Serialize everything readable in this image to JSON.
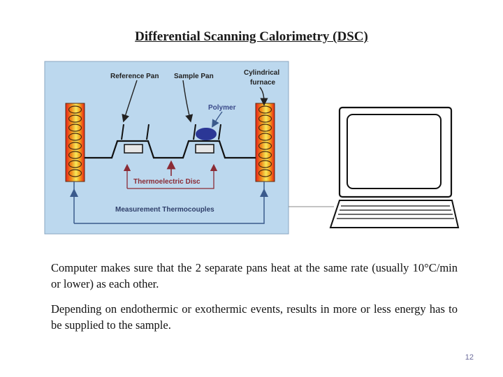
{
  "slide": {
    "title": "Differential Scanning Calorimetry (DSC)",
    "page_number": "12"
  },
  "diagram": {
    "labels": {
      "reference_pan": "Reference Pan",
      "sample_pan": "Sample Pan",
      "furnace_line1": "Cylindrical",
      "furnace_line2": "furnace",
      "polymer": "Polymer",
      "thermoelectric_disc": "Thermoelectric Disc",
      "thermocouples": "Measurement Thermocouples"
    },
    "colors": {
      "panel_bg": "#bcd8ee",
      "arrow": "#8b2b35",
      "sensor_line": "#3a5a8c",
      "heater_hot": "#e8201a",
      "heater_mid": "#f3a018",
      "heater_light": "#f6e85a",
      "polymer": "#2b3796"
    }
  },
  "text": {
    "paragraph1": "Computer makes sure that the 2 separate pans heat at the same rate (usually 10°C/min or lower) as each other.",
    "paragraph2": "Depending on endothermic or exothermic events, results in more or less energy has to be supplied to the sample."
  }
}
